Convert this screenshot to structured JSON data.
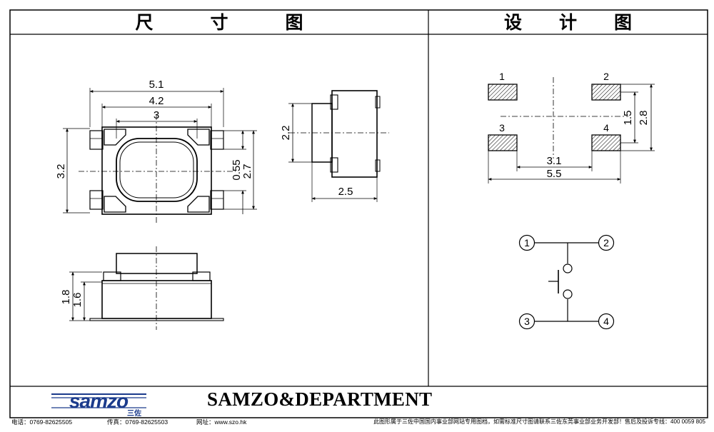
{
  "headers": {
    "dimension_title": [
      "尺",
      "寸",
      "图"
    ],
    "design_title": [
      "设",
      "计",
      "图"
    ]
  },
  "top_view_dims": {
    "width_outer": "5.1",
    "width_body": "4.2",
    "width_inner": "3",
    "height_outer": "3.2",
    "pin_width": "0.55",
    "height_body": "2.7"
  },
  "side_view_dims": {
    "height": "2.2",
    "depth": "2.5"
  },
  "front_view_dims": {
    "total_height": "1.8",
    "body_height": "1.6"
  },
  "pad_layout": {
    "pad_labels": [
      "1",
      "2",
      "3",
      "4"
    ],
    "pitch_y": "1.5",
    "span_y": "2.8",
    "inner_x": "3.1",
    "outer_x": "5.5"
  },
  "schematic": {
    "nodes": [
      "1",
      "2",
      "3",
      "4"
    ]
  },
  "brand": {
    "logo_text": "samzo",
    "logo_sub": "三佐",
    "name": "SAMZO&DEPARTMENT"
  },
  "footer": {
    "phone": "电话：0769-82625505",
    "fax": "传真：0769-82625503",
    "web": "网址：www.szo.hk",
    "notice": "此图形属于三佐中国国内事业部网站专用图档，如需标准尺寸图请联系三佐东莞事业部业务开发部！售后及投诉专线：400 0059 805"
  }
}
